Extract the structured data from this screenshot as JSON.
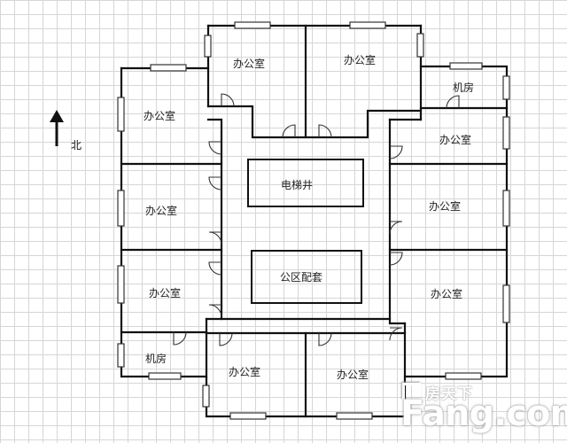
{
  "compass": {
    "label": "北"
  },
  "rooms": {
    "office_top_left": "办公室",
    "office_top_right": "办公室",
    "machine_ne": "机房",
    "office_w1": "办公室",
    "office_w2": "办公室",
    "office_w3": "办公室",
    "office_e1": "办公室",
    "office_e2": "办公室",
    "office_e3": "办公室",
    "machine_sw": "机房",
    "office_bottom_left": "办公室",
    "office_bottom_right": "办公室",
    "elevator": "电梯井",
    "public_facilities": "公区配套"
  },
  "watermark": {
    "cn": "房天下",
    "en": "Fang.com"
  },
  "colors": {
    "wall": "#111111",
    "window": "#2a2a2a",
    "door": "#333333"
  }
}
